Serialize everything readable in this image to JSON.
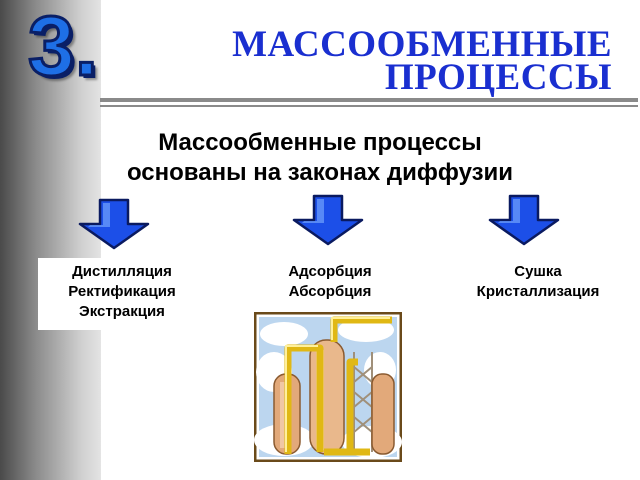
{
  "slide": {
    "number": "3.",
    "title_lines": [
      "МАССООБМЕННЫЕ",
      "ПРОЦЕССЫ"
    ],
    "subtitle_lines": [
      "Массообменные процессы",
      "основаны на законах диффузии"
    ]
  },
  "groups": [
    {
      "lines": [
        "Дистилляция",
        "Ректификация",
        "Экстракция"
      ]
    },
    {
      "lines": [
        "Адсорбция",
        "Абсорбция"
      ]
    },
    {
      "lines": [
        "Сушка",
        "Кристаллизация"
      ]
    }
  ],
  "colors": {
    "title": "#1a2fd0",
    "number_fill": "#1e6fe6",
    "arrow_fill": "#1c4fe8",
    "arrow_outline": "#0a1a60"
  },
  "icons": [
    "down-arrow-icon",
    "industrial-plant-icon"
  ]
}
